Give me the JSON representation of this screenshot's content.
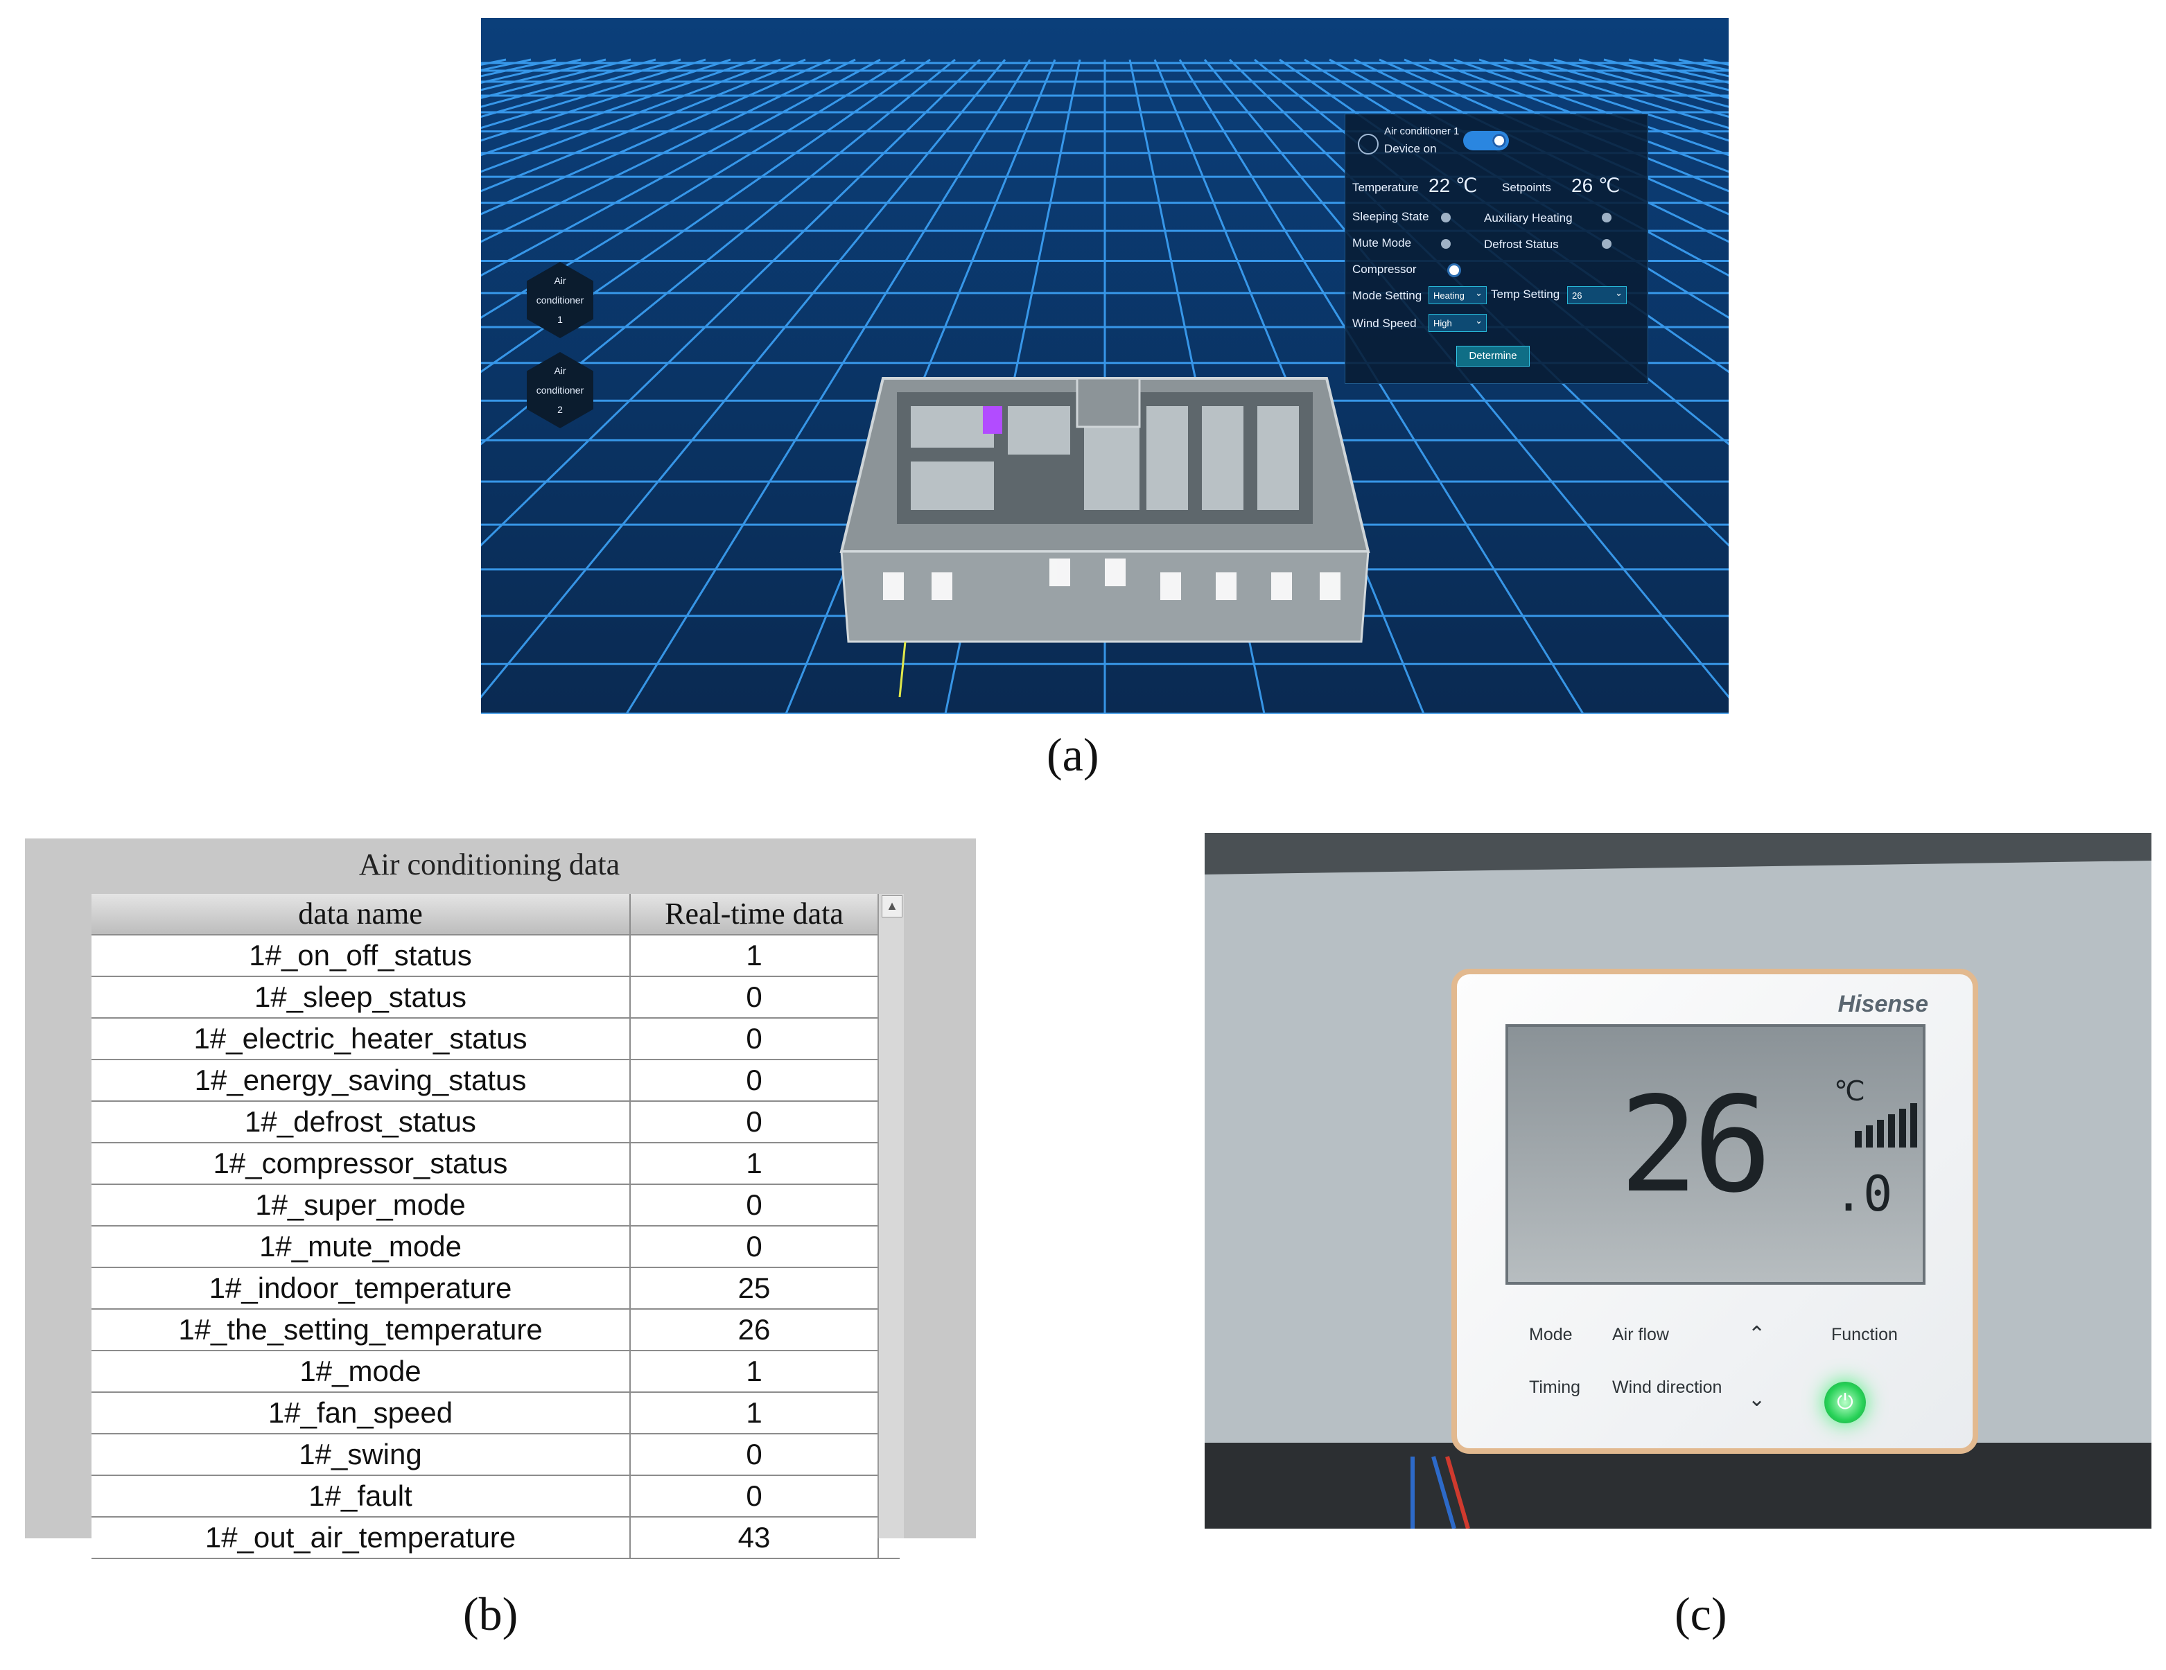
{
  "panel_a": {
    "caption": "(a)",
    "hex_buttons": [
      "Air\nconditioner\n1",
      "Air\nconditioner\n2"
    ],
    "control": {
      "device_name": "Air conditioner 1",
      "device_state": "Device on",
      "temperature_label": "Temperature",
      "temperature_value": "22 ℃",
      "setpoints_label": "Setpoints",
      "setpoints_value": "26 ℃",
      "sleeping_state": "Sleeping State",
      "auxiliary_heating": "Auxiliary Heating",
      "mute_mode": "Mute Mode",
      "defrost_status": "Defrost Status",
      "compressor": "Compressor",
      "mode_setting_label": "Mode Setting",
      "mode_setting_value": "Heating",
      "temp_setting_label": "Temp Setting",
      "temp_setting_value": "26",
      "wind_speed_label": "Wind Speed",
      "wind_speed_value": "High",
      "determine_button": "Determine"
    },
    "colors": {
      "background": "#0a3a6e",
      "grid": "#3fa8ff"
    }
  },
  "panel_b": {
    "caption": "(b)",
    "title": "Air conditioning data",
    "columns": [
      "data name",
      "Real-time data"
    ],
    "rows": [
      [
        "1#_on_off_status",
        "1"
      ],
      [
        "1#_sleep_status",
        "0"
      ],
      [
        "1#_electric_heater_status",
        "0"
      ],
      [
        "1#_energy_saving_status",
        "0"
      ],
      [
        "1#_defrost_status",
        "0"
      ],
      [
        "1#_compressor_status",
        "1"
      ],
      [
        "1#_super_mode",
        "0"
      ],
      [
        "1#_mute_mode",
        "0"
      ],
      [
        "1#_indoor_temperature",
        "25"
      ],
      [
        "1#_the_setting_temperature",
        "26"
      ],
      [
        "1#_mode",
        "1"
      ],
      [
        "1#_fan_speed",
        "1"
      ],
      [
        "1#_swing",
        "0"
      ],
      [
        "1#_fault",
        "0"
      ],
      [
        "1#_out_air_temperature",
        "43"
      ]
    ]
  },
  "panel_c": {
    "caption": "(c)",
    "brand": "Hisense",
    "display_temp": "26",
    "display_decimal": ".0",
    "display_unit": "℃",
    "buttons": {
      "mode": "Mode",
      "air_flow": "Air flow",
      "function": "Function",
      "timing": "Timing",
      "wind_direction": "Wind direction"
    }
  }
}
